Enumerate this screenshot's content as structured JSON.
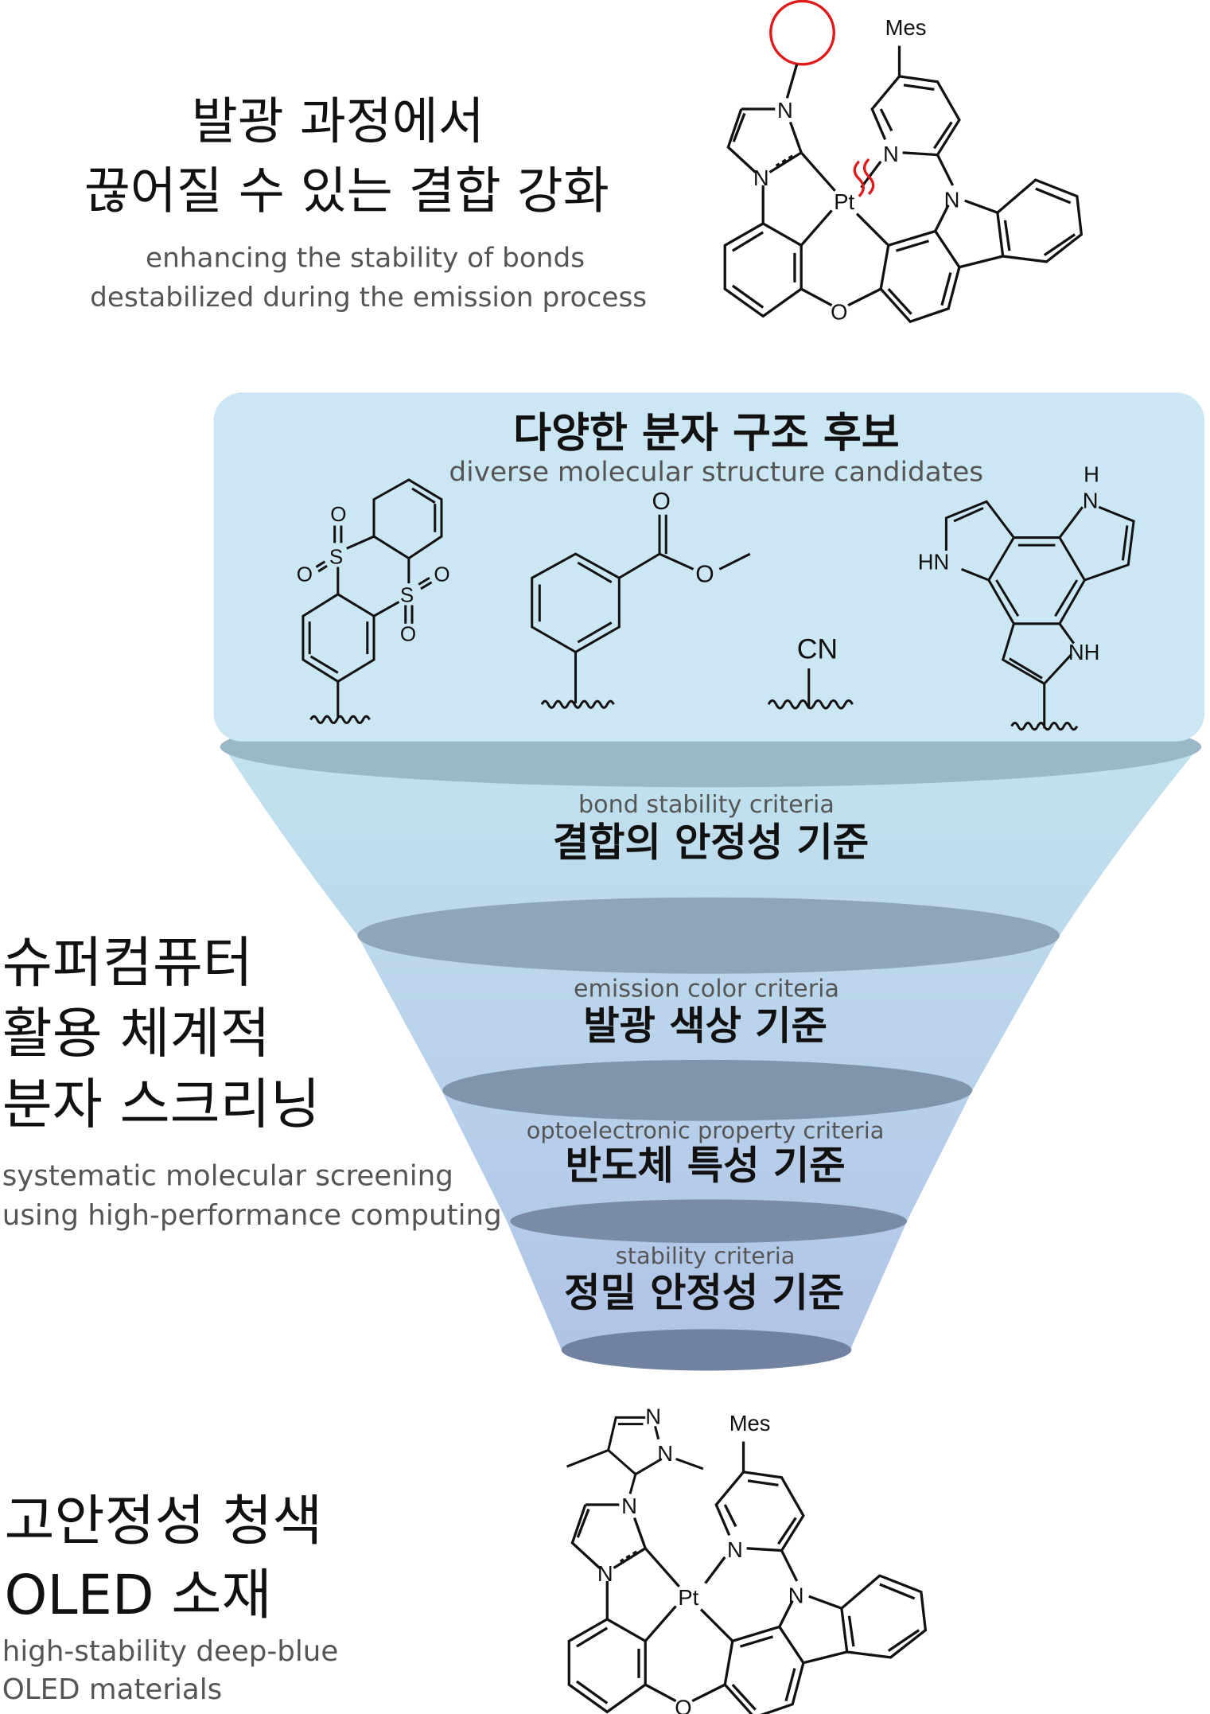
{
  "header": {
    "title_lines": [
      "발광 과정에서",
      "끊어질 수 있는 결합 강화"
    ],
    "subtitle_lines": [
      "enhancing the stability of bonds",
      "destabilized during the emission process"
    ]
  },
  "top_molecule": {
    "mes": "Mes",
    "pt": "Pt",
    "o": "O",
    "n": "N"
  },
  "candidates": {
    "title": "다양한 분자 구조 후보",
    "subtitle": "diverse molecular structure candidates",
    "atoms": {
      "s": "S",
      "o": "O",
      "cn": "CN",
      "hn": "HN",
      "nh": "NH",
      "n": "N",
      "h": "H"
    }
  },
  "funnel": {
    "stages": [
      {
        "en": "bond stability criteria",
        "ko": "결합의 안정성 기준"
      },
      {
        "en": "emission color criteria",
        "ko": "발광 색상 기준"
      },
      {
        "en": "optoelectronic property criteria",
        "ko": "반도체 특성 기준"
      },
      {
        "en": "stability criteria",
        "ko": "정밀 안정성 기준"
      }
    ],
    "colors": {
      "box": "#cce7f4",
      "top": "#c2e2ef",
      "bottom": "#b0c4e6",
      "disc": "#7f93aa"
    }
  },
  "screening": {
    "title_lines": [
      "슈퍼컴퓨터",
      "활용 체계적",
      "분자 스크리닝"
    ],
    "subtitle_lines": [
      "systematic molecular screening",
      "using high-performance computing"
    ]
  },
  "result": {
    "title_lines": [
      "고안정성 청색",
      "OLED 소재"
    ],
    "subtitle_lines": [
      "high-stability deep-blue",
      "OLED materials"
    ]
  },
  "accent_red": "#e0191b"
}
